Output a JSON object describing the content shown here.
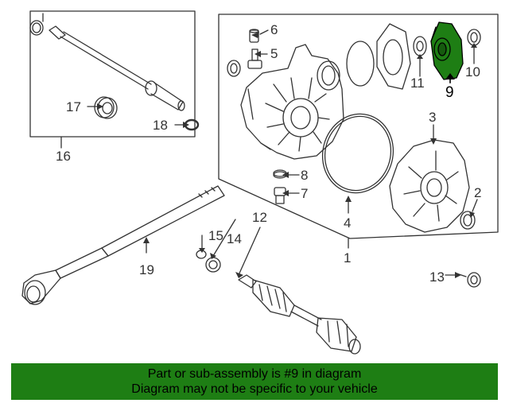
{
  "diagram": {
    "callouts": [
      {
        "id": "1",
        "label": "1"
      },
      {
        "id": "2",
        "label": "2"
      },
      {
        "id": "3",
        "label": "3"
      },
      {
        "id": "4",
        "label": "4"
      },
      {
        "id": "5",
        "label": "5"
      },
      {
        "id": "6",
        "label": "6"
      },
      {
        "id": "7",
        "label": "7"
      },
      {
        "id": "8",
        "label": "8"
      },
      {
        "id": "9",
        "label": "9",
        "highlighted": true
      },
      {
        "id": "10",
        "label": "10"
      },
      {
        "id": "11",
        "label": "11"
      },
      {
        "id": "12",
        "label": "12"
      },
      {
        "id": "13",
        "label": "13"
      },
      {
        "id": "14",
        "label": "14"
      },
      {
        "id": "15",
        "label": "15"
      },
      {
        "id": "16",
        "label": "16"
      },
      {
        "id": "17",
        "label": "17"
      },
      {
        "id": "18",
        "label": "18"
      },
      {
        "id": "19",
        "label": "19"
      }
    ],
    "colors": {
      "line": "#333333",
      "highlight_fill": "#1e7e14",
      "banner": "#1e7e14"
    }
  },
  "banner": {
    "line1": "Part or sub-assembly is #9 in diagram",
    "line2": "Diagram may not be specific to your vehicle"
  }
}
